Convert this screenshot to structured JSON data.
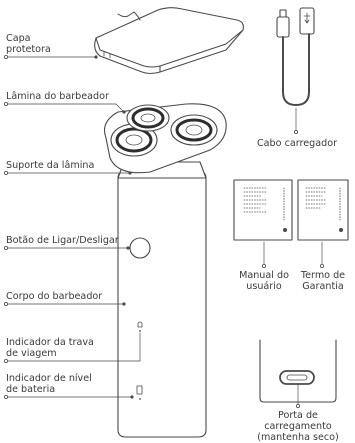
{
  "labels": {
    "cap": "Capa\nprotetora",
    "foil": "Lâmina do barbeador",
    "cable": "Cabo carregador",
    "holder": "Suporte da lâmina",
    "power": "Botão de Ligar/Desligar",
    "body": "Corpo do barbeador",
    "lock": "Indicador da trava\nde viagem",
    "battery": "Indicador de nível\nde bateria",
    "manual": "Manual do\nusuário",
    "warranty": "Termo de\nGarantia",
    "port": "Porta de carregamento\n(mantenha seco)"
  },
  "colors": {
    "line": "#4a4a4a",
    "fill": "#ffffff",
    "dark": "#2d2d2d"
  }
}
